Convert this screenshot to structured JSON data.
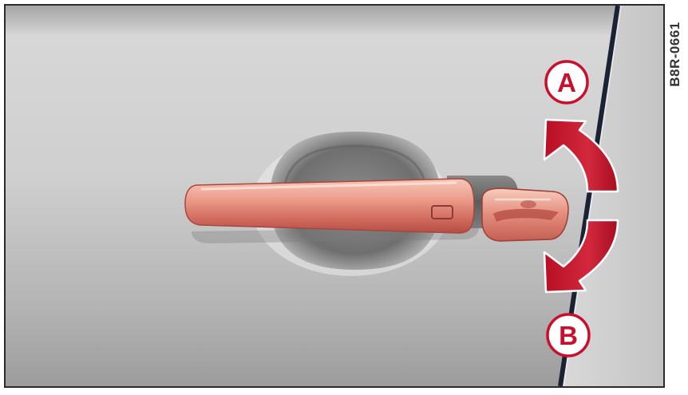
{
  "figure": {
    "code": "B8R-0661",
    "callouts": [
      {
        "letter": "A"
      },
      {
        "letter": "B"
      }
    ]
  },
  "colors": {
    "accent": "#c8102e",
    "frame": "#2b2b2b",
    "panel_light": "#d6d6d6",
    "panel_dark": "#9a9a9a",
    "handle_light": "#f3b8a8",
    "handle_dark": "#c45a50"
  }
}
